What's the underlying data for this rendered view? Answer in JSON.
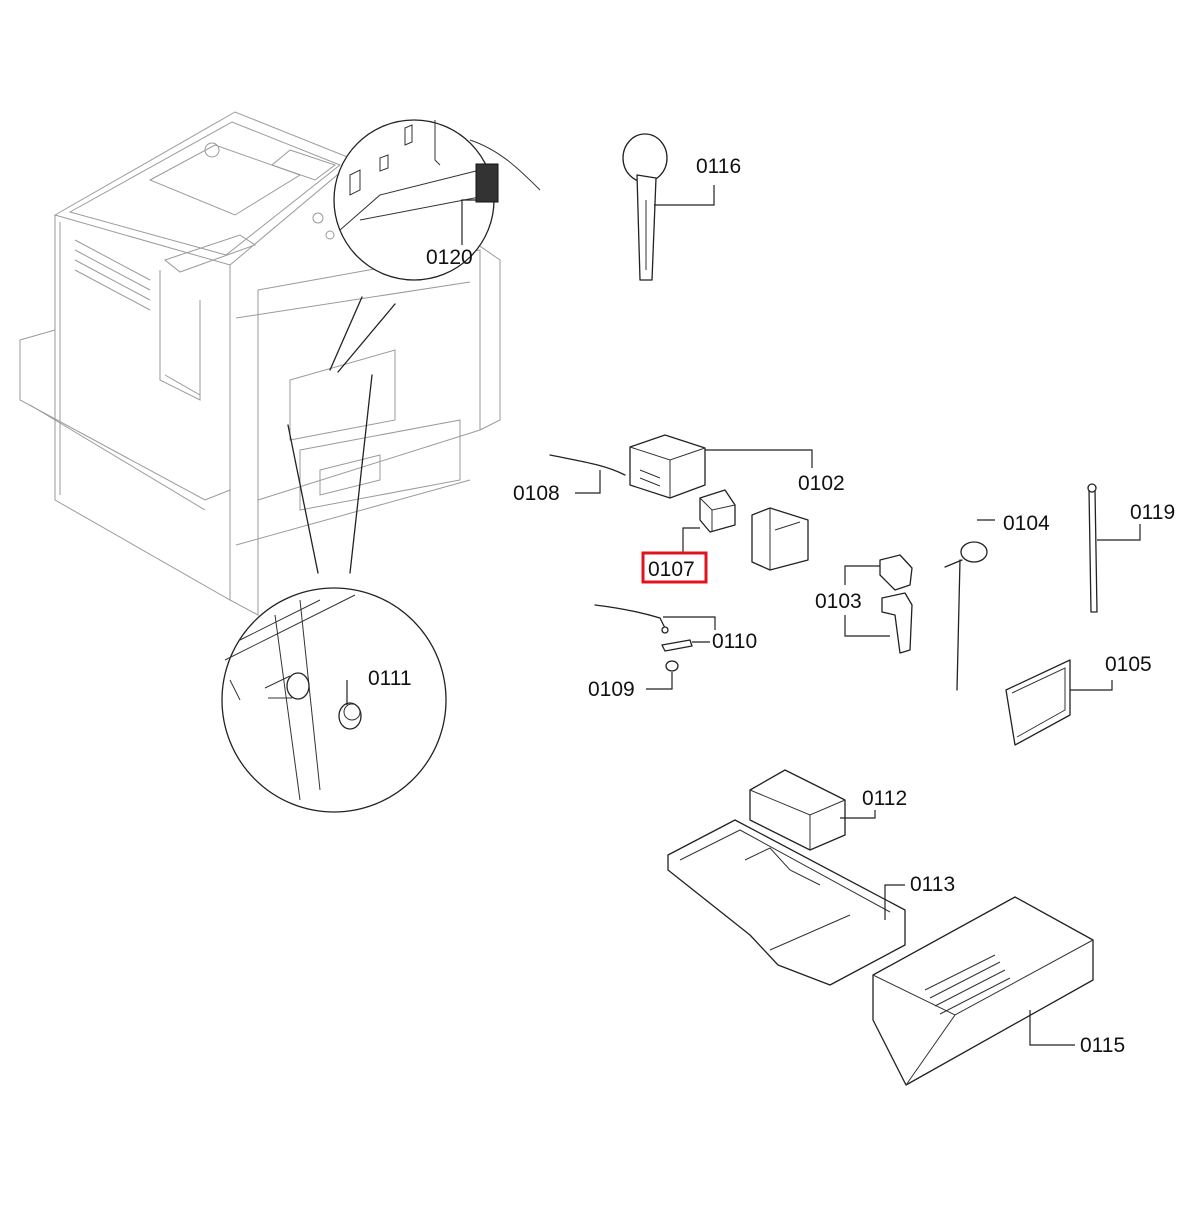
{
  "parts": {
    "p0116": "0116",
    "p0120": "0120",
    "p0108": "0108",
    "p0102": "0102",
    "p0107": "0107",
    "p0104": "0104",
    "p0119": "0119",
    "p0103": "0103",
    "p0110": "0110",
    "p0109": "0109",
    "p0111": "0111",
    "p0105": "0105",
    "p0112": "0112",
    "p0113": "0113",
    "p0115": "0115"
  },
  "highlight": {
    "part": "0107",
    "color": "#e0141e"
  }
}
